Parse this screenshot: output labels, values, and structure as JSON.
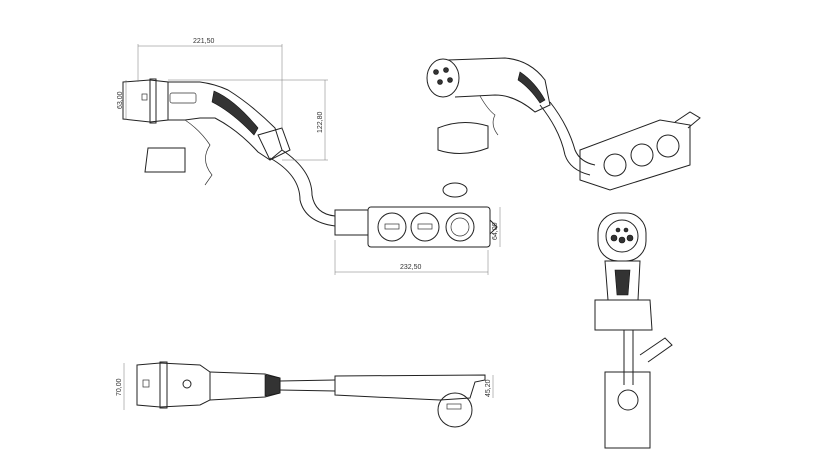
{
  "title": "EV charging cable technical drawing",
  "dimensions": {
    "side_length": "221,50",
    "plug_height": "63,00",
    "plug_to_cable_height": "122,80",
    "box_height": "64,00",
    "box_length": "232,50",
    "bottom_plug_height": "70,00",
    "bottom_box_height": "45,20"
  }
}
